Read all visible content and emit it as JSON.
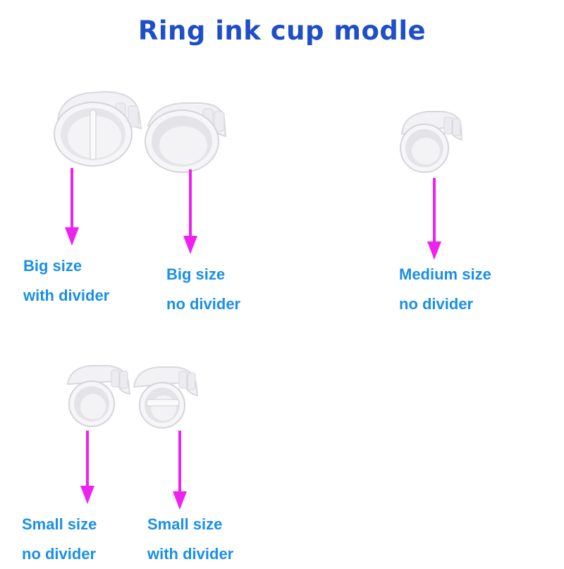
{
  "title": "Ring ink cup modle",
  "colors": {
    "title": "#1f4fc8",
    "label": "#1a8fe8",
    "arrow": "#ee22ee",
    "cup_body": "#f4f4f6",
    "cup_shadow": "#d6d6dc"
  },
  "items": [
    {
      "id": "big-divider",
      "line1": "Big size",
      "line2": "with divider",
      "divider": true
    },
    {
      "id": "big-nodivider",
      "line1": "Big size",
      "line2": "no divider",
      "divider": false
    },
    {
      "id": "medium-nodivider",
      "line1": "Medium size",
      "line2": "no divider",
      "divider": false
    },
    {
      "id": "small-nodivider",
      "line1": "Small size",
      "line2": "no divider",
      "divider": false
    },
    {
      "id": "small-divider",
      "line1": "Small size",
      "line2": "with divider",
      "divider": true
    }
  ]
}
